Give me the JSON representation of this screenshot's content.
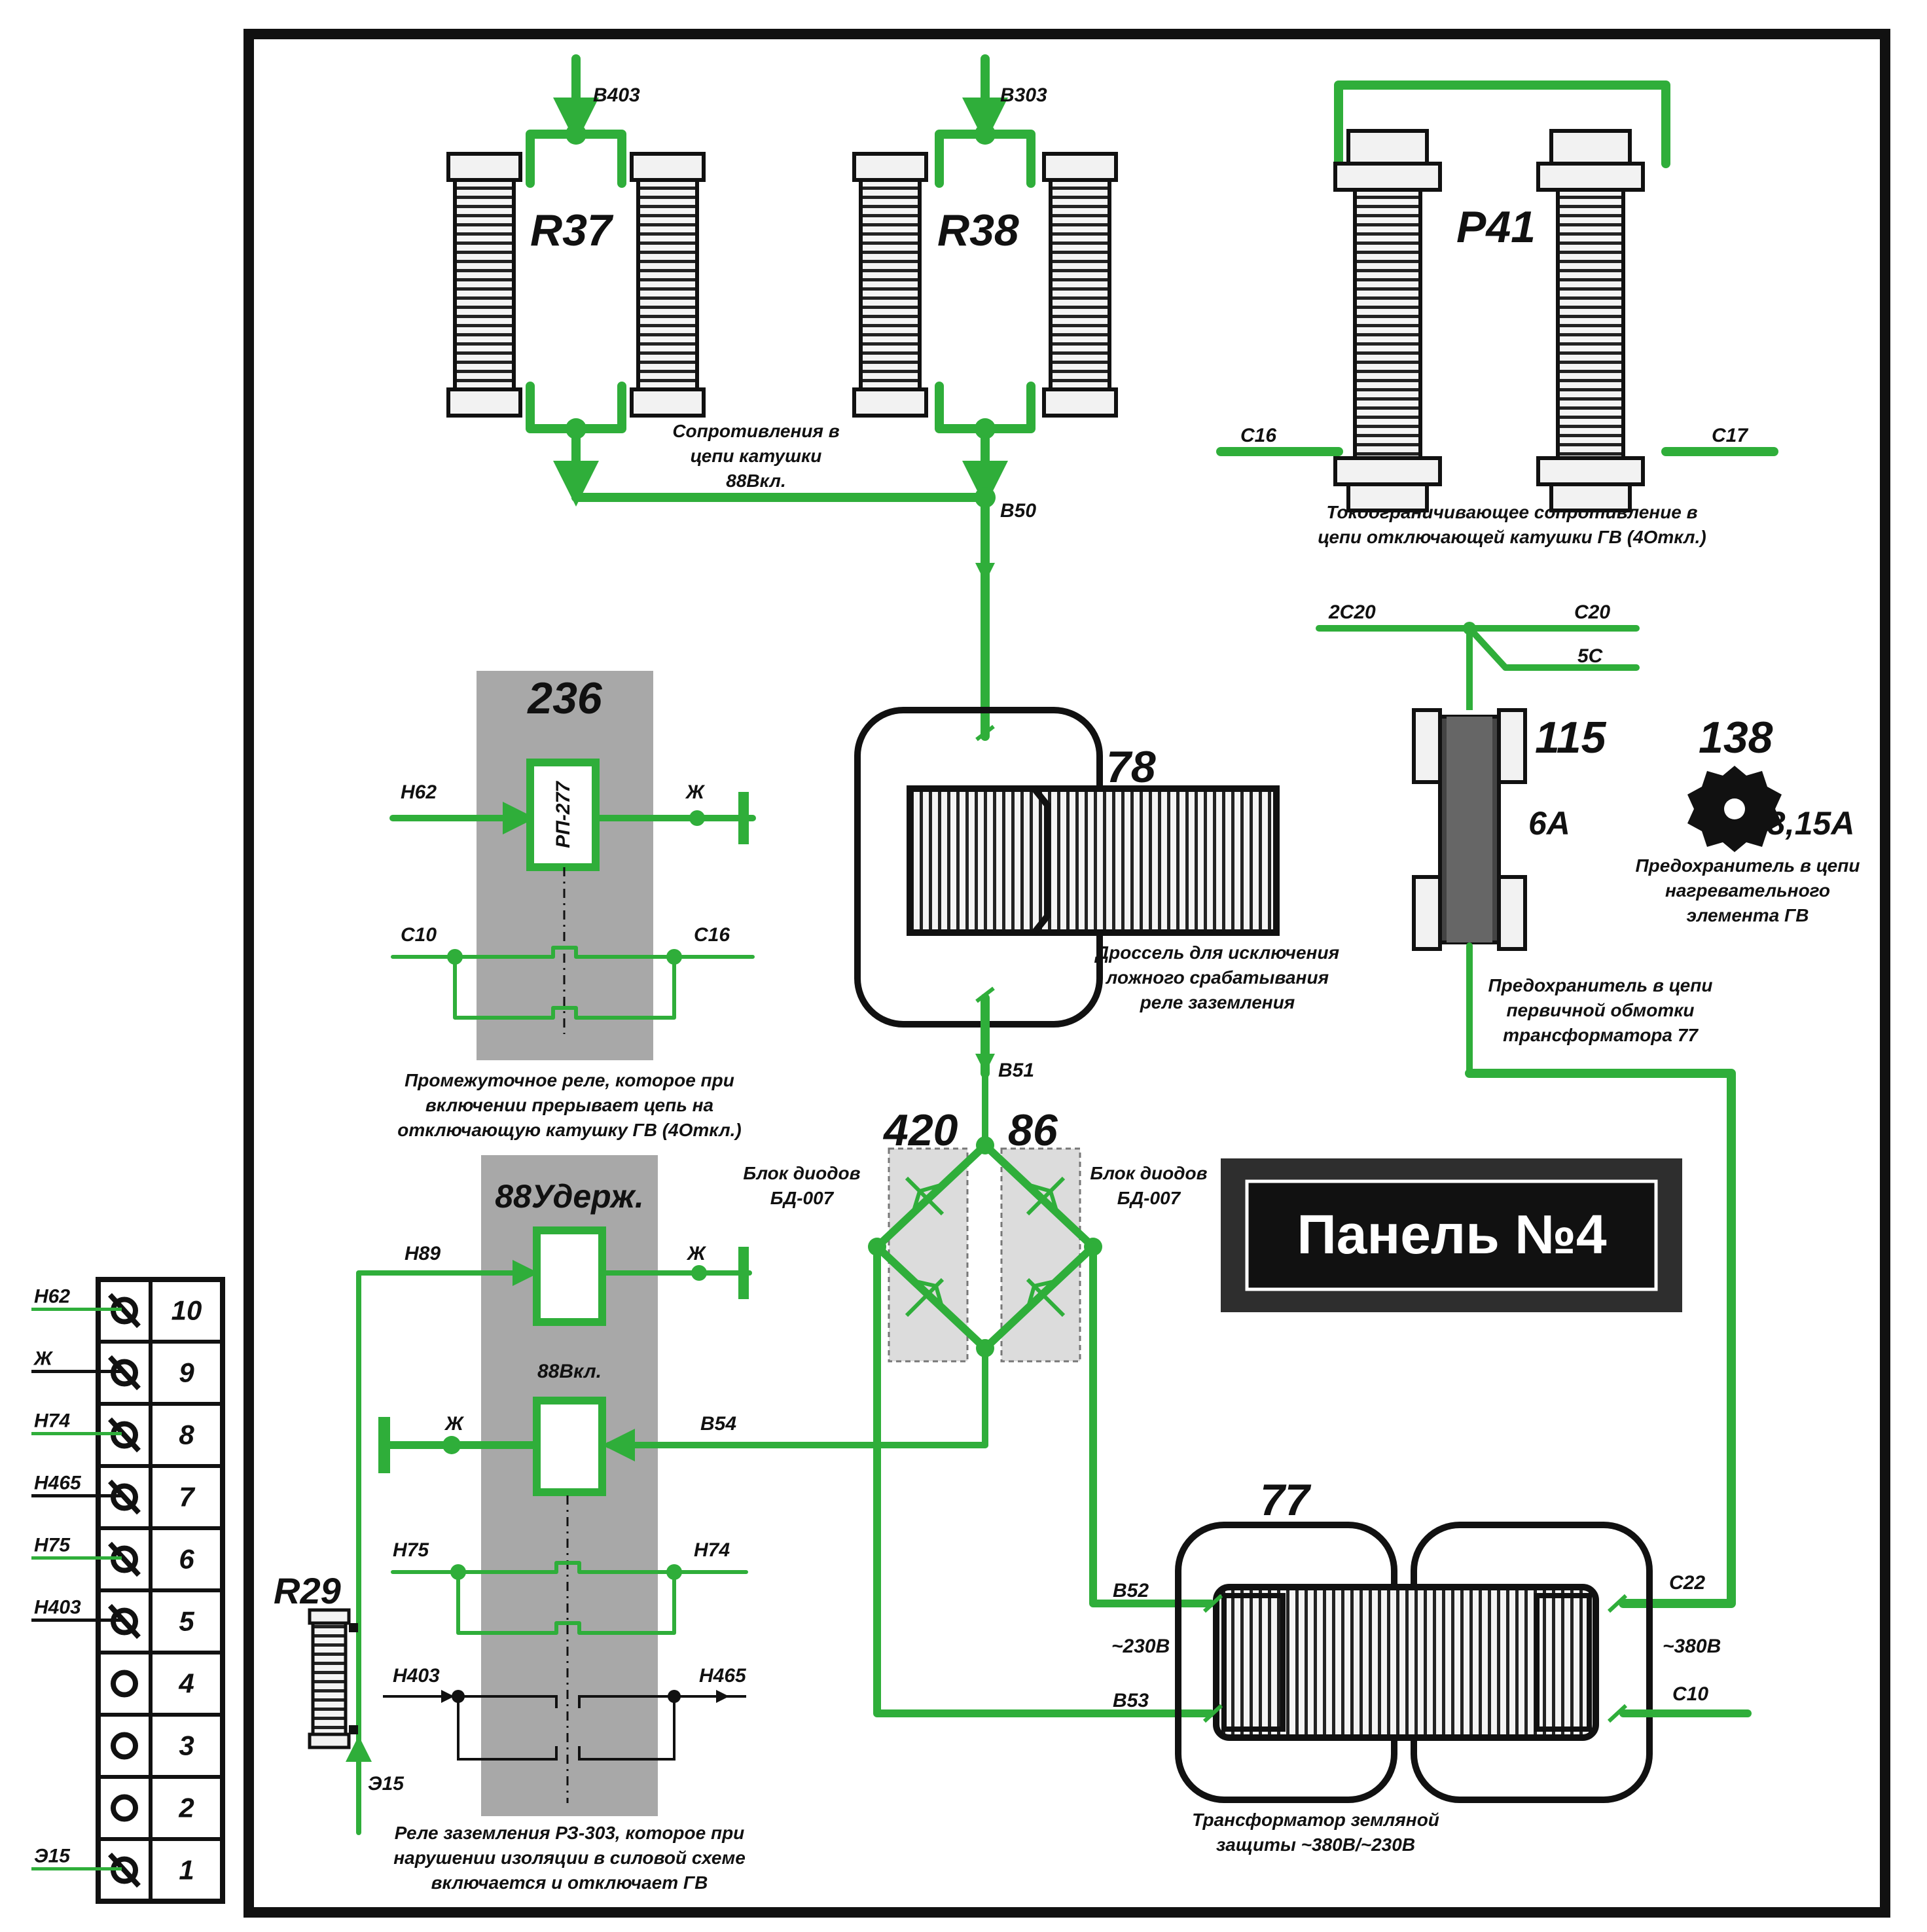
{
  "panel": {
    "title": "Панель №4"
  },
  "colors": {
    "wire": "#2fae3a",
    "relay_block": "#a8a8a8",
    "diode_block": "#dcdcdc",
    "frame": "#111111"
  },
  "resistors": {
    "r37": {
      "label": "R37",
      "wire_in": "B403"
    },
    "r38": {
      "label": "R38",
      "wire_in": "B303"
    },
    "r41": {
      "label": "P41",
      "left_wire": "C16",
      "right_wire": "C17"
    },
    "r29": {
      "label": "R29",
      "wire": "Э15"
    },
    "r37_r38_note": [
      "Сопротивления в",
      "цепи катушки",
      "88Вкл."
    ],
    "junction": "B50",
    "r41_note": [
      "Токоограничивающее сопротивление в",
      "цепи отключающей катушки ГВ (4Откл.)"
    ]
  },
  "choke": {
    "label": "78",
    "wire_out": "B51",
    "note": [
      "Дроссель для исключения",
      "ложного срабатывания",
      "реле заземления"
    ]
  },
  "fuse115": {
    "label": "115",
    "rating": "6A",
    "wire_left": "2C20",
    "wire_right": "C20",
    "wire_branch": "5C",
    "note": [
      "Предохранитель в цепи",
      "первичной обмотки",
      "трансформатора 77"
    ]
  },
  "fuse138": {
    "label": "138",
    "rating": "3,15A",
    "note": [
      "Предохранитель в цепи",
      "нагревательного",
      "элемента ГВ"
    ]
  },
  "relay236": {
    "label": "236",
    "coil": "РП-277",
    "in": "Н62",
    "out": "Ж",
    "contact_left": "C10",
    "contact_right": "C16",
    "note": [
      "Промежуточное реле, которое при",
      "включении прерывает цепь на",
      "отключающую катушку ГВ (4Откл.)"
    ]
  },
  "relay88": {
    "label": "88Удерж.",
    "coil2": "88Вкл.",
    "in1": "Н89",
    "out1": "Ж",
    "out2": "Ж",
    "in2": "B54",
    "contact1_left": "Н75",
    "contact1_right": "Н74",
    "contact2_left": "Н403",
    "contact2_right": "Н465",
    "note": [
      "Реле заземления РЗ-303, которое при",
      "нарушении изоляции в силовой схеме",
      "включается и отключает ГВ"
    ]
  },
  "diodes": {
    "label_left": "420",
    "label_right": "86",
    "left_note": [
      "Блок диодов",
      "БД-007"
    ],
    "right_note": [
      "Блок диодов",
      "БД-007"
    ]
  },
  "transformer": {
    "label": "77",
    "b52": "B52",
    "b53": "B53",
    "c22": "C22",
    "c10": "C10",
    "v_low": "~230B",
    "v_high": "~380B",
    "note": [
      "Трансформатор земляной",
      "защиты ~380B/~230B"
    ]
  },
  "terminal": {
    "rows": [
      {
        "wire": "Н62",
        "num": "10",
        "type": "crossed",
        "color": "green"
      },
      {
        "wire": "Ж",
        "num": "9",
        "type": "crossed",
        "color": "black"
      },
      {
        "wire": "Н74",
        "num": "8",
        "type": "crossed",
        "color": "green"
      },
      {
        "wire": "Н465",
        "num": "7",
        "type": "crossed",
        "color": "black"
      },
      {
        "wire": "Н75",
        "num": "6",
        "type": "crossed",
        "color": "green"
      },
      {
        "wire": "Н403",
        "num": "5",
        "type": "crossed",
        "color": "black"
      },
      {
        "wire": "",
        "num": "4",
        "type": "open",
        "color": "none"
      },
      {
        "wire": "",
        "num": "3",
        "type": "open",
        "color": "none"
      },
      {
        "wire": "",
        "num": "2",
        "type": "open",
        "color": "none"
      },
      {
        "wire": "Э15",
        "num": "1",
        "type": "crossed",
        "color": "green"
      }
    ]
  }
}
